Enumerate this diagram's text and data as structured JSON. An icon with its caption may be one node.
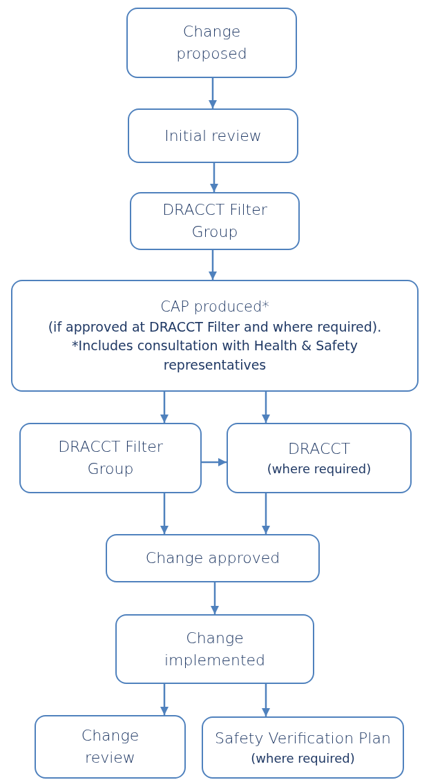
{
  "diagram": {
    "nodes": [
      {
        "text": [
          "Change proposed"
        ]
      },
      {
        "text": [
          "Initial review"
        ]
      },
      {
        "text": [
          "DRACCT Filter Group"
        ]
      },
      {
        "text": [
          "CAP produced*",
          "(if approved at DRACCT Filter and where required). *Includes consultation with Health & Safety representatives"
        ]
      },
      {
        "text": [
          "DRACCT Filter Group"
        ]
      },
      {
        "text": [
          "DRACCT",
          "(where required)"
        ]
      },
      {
        "text": [
          "Change approved"
        ]
      },
      {
        "text": [
          "Change implemented"
        ]
      },
      {
        "text": [
          "Change review"
        ]
      },
      {
        "text": [
          "Safety Verification Plan",
          "(where required)"
        ]
      }
    ],
    "edges": [
      {
        "from": 0,
        "to": 1,
        "arrow": "to"
      },
      {
        "from": 1,
        "to": 2,
        "arrow": "to"
      },
      {
        "from": 2,
        "to": 3,
        "arrow": "to"
      },
      {
        "from": 3,
        "to": 4,
        "arrow": "to"
      },
      {
        "from": 3,
        "to": 5,
        "arrow": "to"
      },
      {
        "from": 4,
        "to": 5,
        "arrow": "to"
      },
      {
        "from": 4,
        "to": 6,
        "arrow": "to"
      },
      {
        "from": 5,
        "to": 6,
        "arrow": "to"
      },
      {
        "from": 6,
        "to": 7,
        "arrow": "to"
      },
      {
        "from": 7,
        "to": 8,
        "arrow": "to"
      },
      {
        "from": 7,
        "to": 9,
        "arrow": "to"
      }
    ]
  }
}
